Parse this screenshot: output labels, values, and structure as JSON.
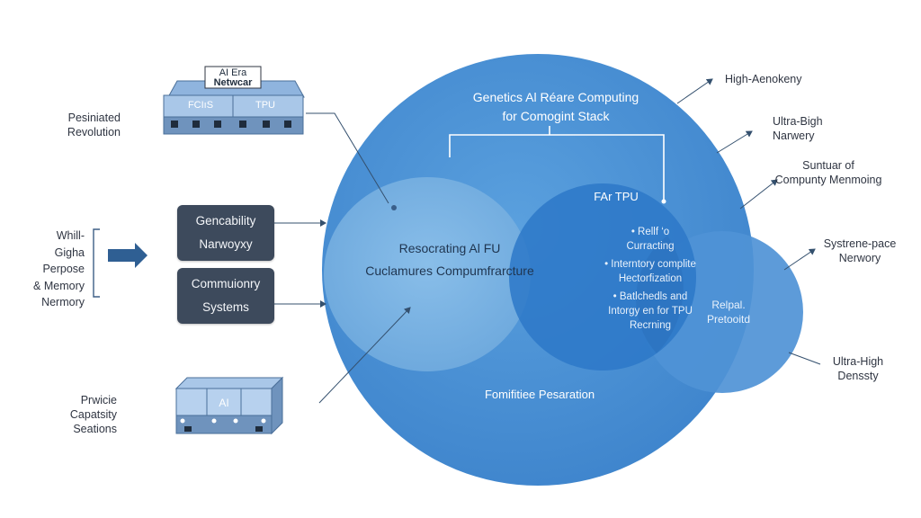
{
  "diagram": {
    "top_device": {
      "caption_line1": "AI Era",
      "caption_line2": "Netwcar",
      "cell_left": "FCIıS",
      "cell_right": "TPU"
    },
    "bottom_device": {
      "label": "AI"
    },
    "left_labels": {
      "top": [
        "Pesiniated",
        "Revolution"
      ],
      "middle": [
        "Whill-",
        "Gigha",
        "Perpose",
        "& Memory",
        "Nermory"
      ],
      "bottom": [
        "Prwicie",
        "Capatsity",
        "Seations"
      ]
    },
    "boxes": {
      "box1": [
        "Gencability",
        "Narwoyxy"
      ],
      "box2": [
        "Commuionry",
        "Systems"
      ]
    },
    "main_circle_title": [
      "Genetics Al Réare Computing",
      "for Comogint Stack"
    ],
    "big_oval_text": [
      "Resocrating Al FU",
      "Cuclamures Compumfrarcture"
    ],
    "inner_circle": {
      "title": "FAr TPU",
      "bullets": [
        [
          "• Rellf ‘o",
          "Curracting"
        ],
        [
          "• Interntory complite",
          "Hectorfization"
        ],
        [
          "• Batlchedls and",
          "Intorgy en for TPU",
          "Recrning"
        ]
      ]
    },
    "small_circle_text": [
      "Relpal.",
      "Pretooitd"
    ],
    "bottom_text": "Fomifitiee Pesaration",
    "right_labels": {
      "l1": [
        "High-Aenokeny"
      ],
      "l2": [
        "Ultra-Bigh",
        "Narwery"
      ],
      "l3": [
        "Suntuar of",
        "Compunty Menmoing"
      ],
      "l4": [
        "Systrene-pace",
        "Nerwory"
      ],
      "l5": [
        "Ultra-High",
        "Denssty"
      ]
    },
    "colors": {
      "main_circle": "#4b8fd3",
      "main_circle_edge": "#3f7fc2",
      "oval": "#7ab2e3",
      "inner_circle": "#2d78c8",
      "small_circle": "#4f93d6",
      "dark_box": "#3d4a5c",
      "line": "#34506e"
    }
  }
}
